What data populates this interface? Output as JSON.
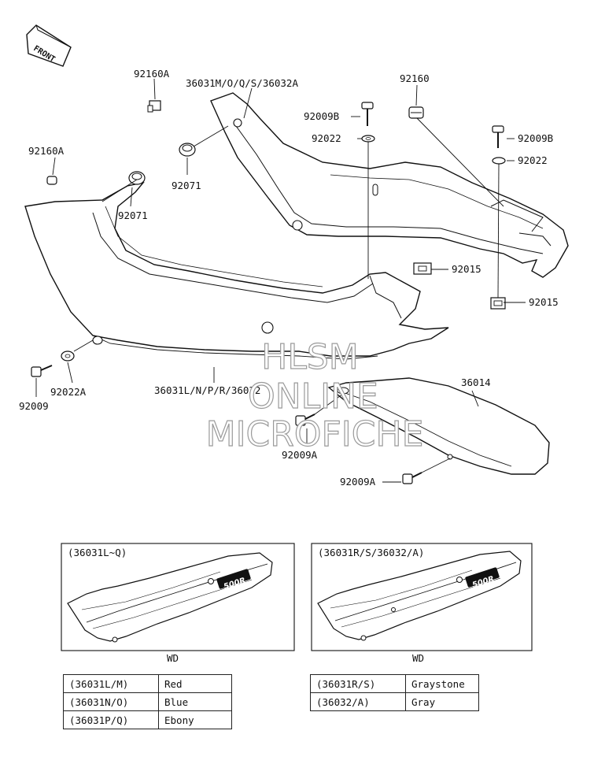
{
  "front_arrow": {
    "label": "FRONT"
  },
  "callouts": [
    {
      "id": "c-92160A-top",
      "text": "92160A"
    },
    {
      "id": "c-36031M",
      "text": "36031M/O/Q/S/36032A"
    },
    {
      "id": "c-92160",
      "text": "92160"
    },
    {
      "id": "c-92009B-top",
      "text": "92009B"
    },
    {
      "id": "c-92022-top",
      "text": "92022"
    },
    {
      "id": "c-92009B-right",
      "text": "92009B"
    },
    {
      "id": "c-92022-right",
      "text": "92022"
    },
    {
      "id": "c-92160A-left",
      "text": "92160A"
    },
    {
      "id": "c-92071-mid",
      "text": "92071"
    },
    {
      "id": "c-92071-left",
      "text": "92071"
    },
    {
      "id": "c-92015-mid",
      "text": "92015"
    },
    {
      "id": "c-92015-right",
      "text": "92015"
    },
    {
      "id": "c-92022A",
      "text": "92022A"
    },
    {
      "id": "c-92009",
      "text": "92009"
    },
    {
      "id": "c-36031L",
      "text": "36031L/N/P/R/36032"
    },
    {
      "id": "c-36014",
      "text": "36014"
    },
    {
      "id": "c-92009A-mid",
      "text": "92009A"
    },
    {
      "id": "c-92009A-low",
      "text": "92009A"
    }
  ],
  "watermark": {
    "line1": "HLSM",
    "line2": "ONLINE",
    "line3": "MICROFICHE"
  },
  "detail_boxes": [
    {
      "title": "(36031L~Q)",
      "badge": "500R",
      "caption": "WD"
    },
    {
      "title": "(36031R/S/36032/A)",
      "badge": "500R",
      "caption": "WD"
    }
  ],
  "color_tables": [
    {
      "rows": [
        [
          "(36031L/M)",
          "Red"
        ],
        [
          "(36031N/O)",
          "Blue"
        ],
        [
          "(36031P/Q)",
          "Ebony"
        ]
      ]
    },
    {
      "rows": [
        [
          "(36031R/S)",
          "Graystone"
        ],
        [
          "(36032/A)",
          "Gray"
        ]
      ]
    }
  ]
}
